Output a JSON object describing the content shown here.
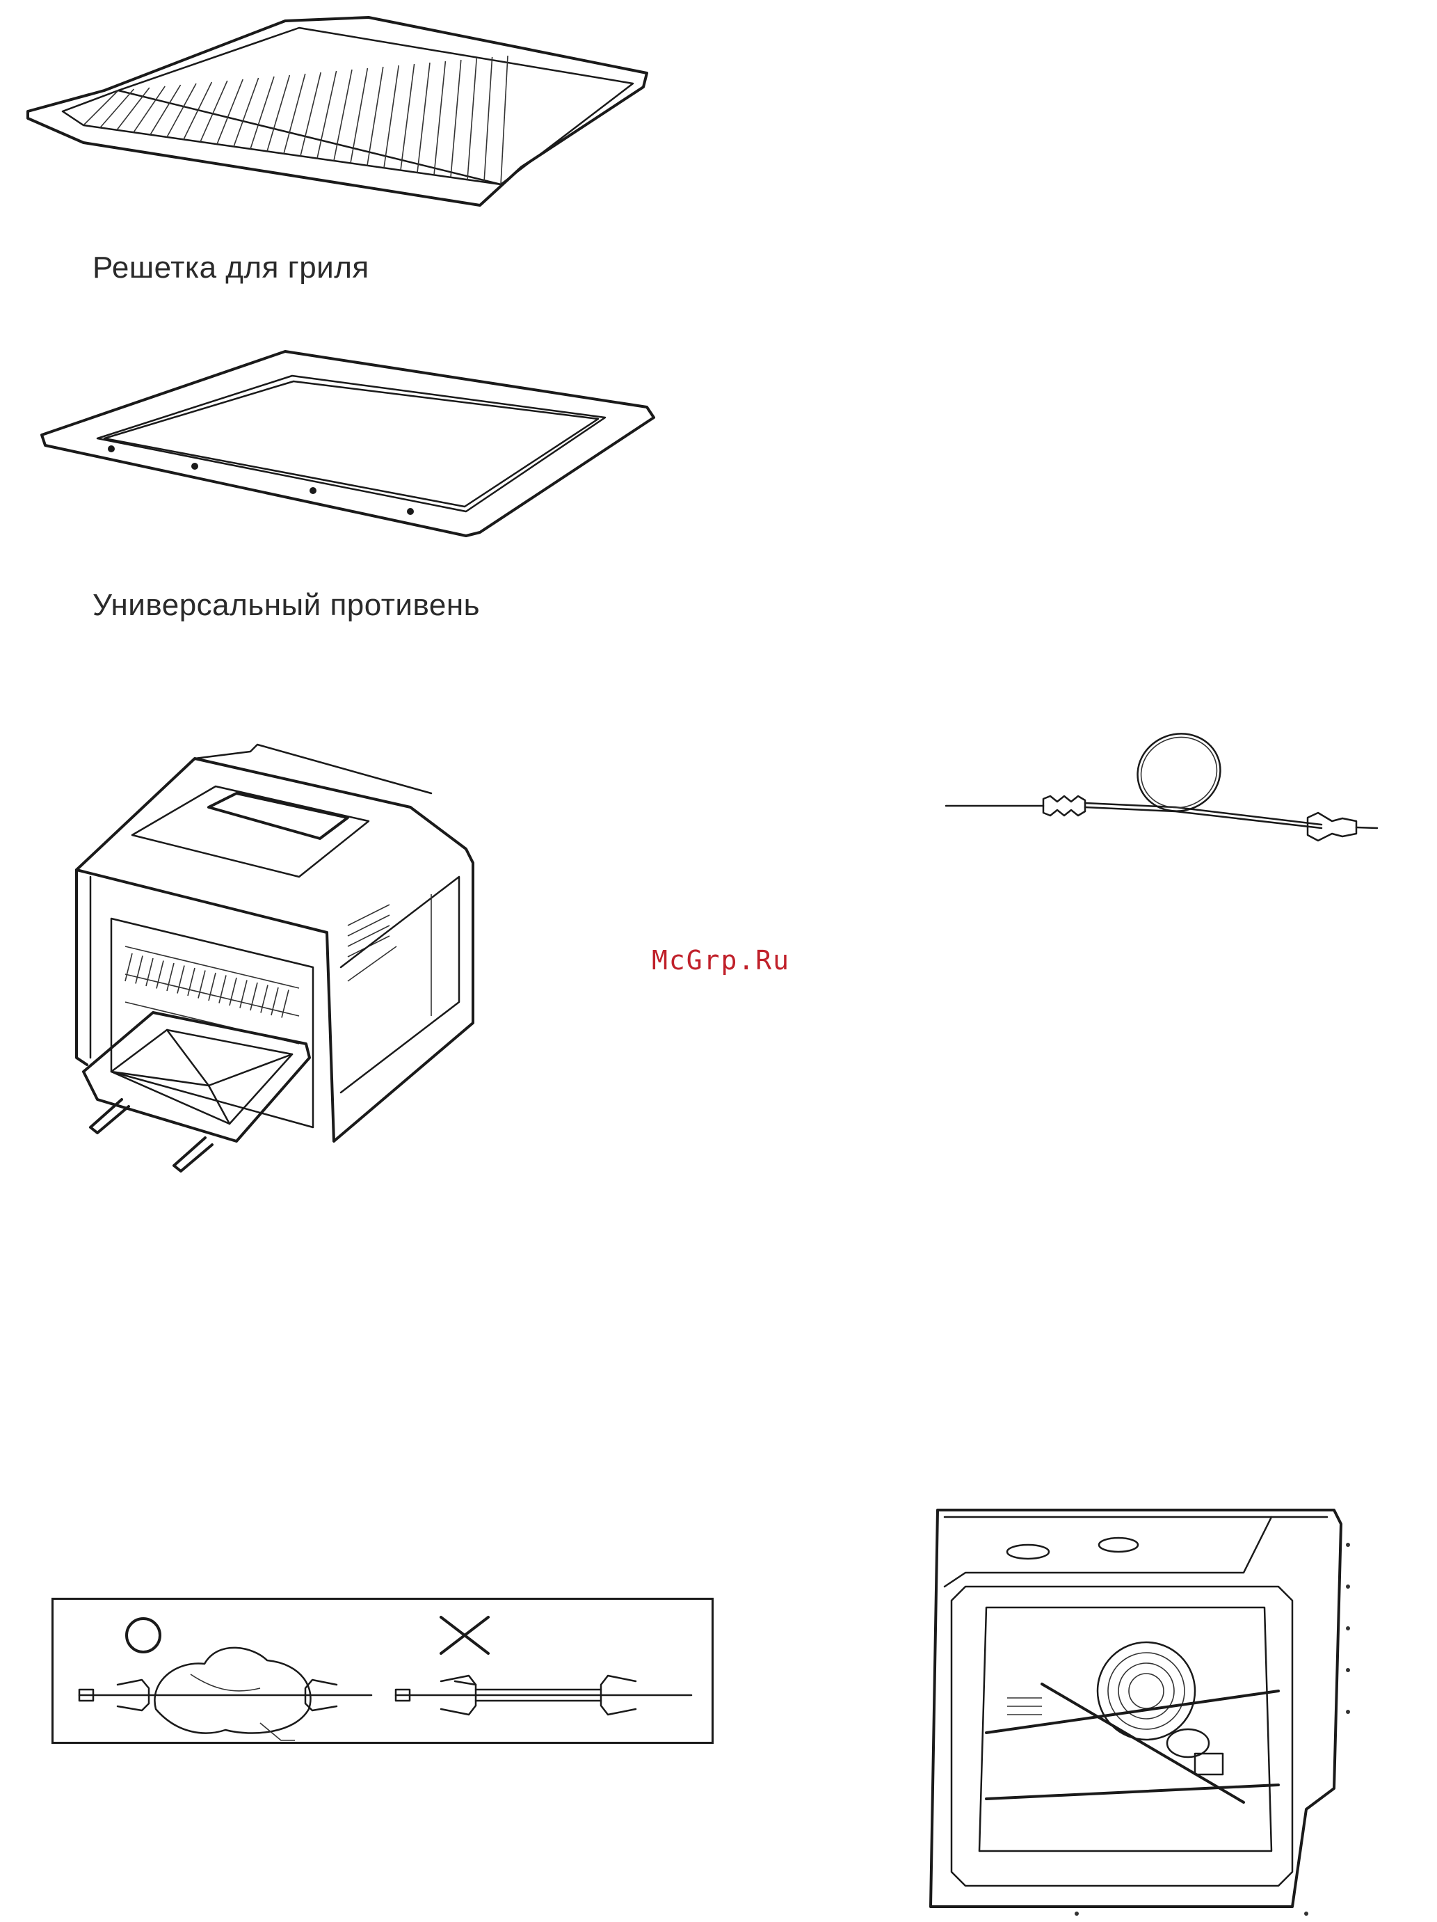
{
  "page": {
    "watermark": "McGrp.Ru",
    "figures": [
      {
        "id": "grill-rack",
        "caption": "Решетка для гриля"
      },
      {
        "id": "universal-tray",
        "caption": "Универсальный противень"
      },
      {
        "id": "oven-with-tray",
        "caption": ""
      },
      {
        "id": "meat-probe",
        "caption": ""
      },
      {
        "id": "rotisserie-correct-wrong",
        "caption": "",
        "symbols": [
          "O",
          "X"
        ]
      },
      {
        "id": "oven-with-rotisserie",
        "caption": ""
      }
    ]
  },
  "colors": {
    "line": "#1a1a1a",
    "watermark": "#c0202a",
    "background": "#ffffff"
  }
}
